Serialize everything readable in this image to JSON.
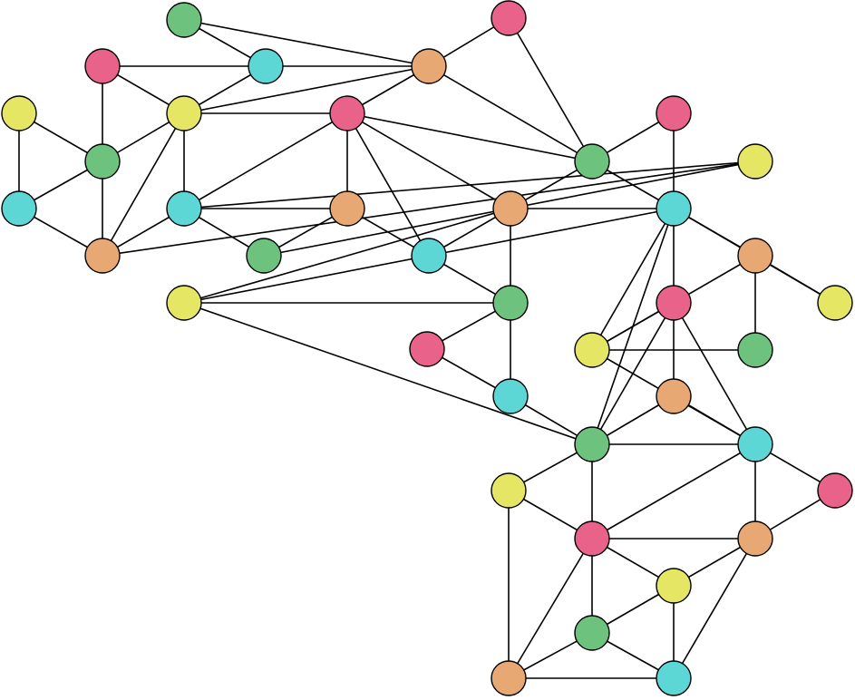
{
  "palette": {
    "pink": "#e8628a",
    "green": "#6dc27e",
    "cyan": "#5dd6d6",
    "yellow": "#e6e665",
    "orange": "#e8a873"
  },
  "nodes": [
    {
      "id": "n1",
      "color": "green"
    },
    {
      "id": "n2",
      "color": "pink"
    },
    {
      "id": "n3",
      "color": "pink"
    },
    {
      "id": "n4",
      "color": "cyan"
    },
    {
      "id": "n5",
      "color": "orange"
    },
    {
      "id": "n6",
      "color": "yellow"
    },
    {
      "id": "n7",
      "color": "yellow"
    },
    {
      "id": "n8",
      "color": "pink"
    },
    {
      "id": "n9",
      "color": "pink"
    },
    {
      "id": "n10",
      "color": "green"
    },
    {
      "id": "n11",
      "color": "green"
    },
    {
      "id": "n12",
      "color": "yellow"
    },
    {
      "id": "n13",
      "color": "cyan"
    },
    {
      "id": "n14",
      "color": "cyan"
    },
    {
      "id": "n15",
      "color": "orange"
    },
    {
      "id": "n16",
      "color": "orange"
    },
    {
      "id": "n17",
      "color": "cyan"
    },
    {
      "id": "n18",
      "color": "orange"
    },
    {
      "id": "n19",
      "color": "green"
    },
    {
      "id": "n20",
      "color": "cyan"
    },
    {
      "id": "n21",
      "color": "orange"
    },
    {
      "id": "n22",
      "color": "yellow"
    },
    {
      "id": "n23",
      "color": "green"
    },
    {
      "id": "n24",
      "color": "green"
    },
    {
      "id": "n25",
      "color": "pink"
    },
    {
      "id": "n26",
      "color": "pink"
    },
    {
      "id": "n27",
      "color": "yellow"
    },
    {
      "id": "n28",
      "color": "yellow"
    },
    {
      "id": "n29",
      "color": "cyan"
    },
    {
      "id": "n30",
      "color": "orange"
    },
    {
      "id": "n31",
      "color": "green"
    },
    {
      "id": "n32",
      "color": "cyan"
    },
    {
      "id": "n33",
      "color": "yellow"
    },
    {
      "id": "n34",
      "color": "pink"
    },
    {
      "id": "n35",
      "color": "pink"
    },
    {
      "id": "n36",
      "color": "orange"
    },
    {
      "id": "n37",
      "color": "yellow"
    },
    {
      "id": "n38",
      "color": "green"
    },
    {
      "id": "n39",
      "color": "orange"
    },
    {
      "id": "n40",
      "color": "cyan"
    }
  ],
  "edges": [
    [
      "n1",
      "n4"
    ],
    [
      "n1",
      "n5"
    ],
    [
      "n3",
      "n4"
    ],
    [
      "n3",
      "n6"
    ],
    [
      "n3",
      "n10"
    ],
    [
      "n4",
      "n5"
    ],
    [
      "n4",
      "n6"
    ],
    [
      "n5",
      "n2"
    ],
    [
      "n5",
      "n6"
    ],
    [
      "n5",
      "n8"
    ],
    [
      "n5",
      "n11"
    ],
    [
      "n2",
      "n11"
    ],
    [
      "n6",
      "n8"
    ],
    [
      "n6",
      "n10"
    ],
    [
      "n6",
      "n13"
    ],
    [
      "n6",
      "n15"
    ],
    [
      "n7",
      "n10"
    ],
    [
      "n7",
      "n14"
    ],
    [
      "n10",
      "n14"
    ],
    [
      "n10",
      "n15"
    ],
    [
      "n14",
      "n15"
    ],
    [
      "n15",
      "n13"
    ],
    [
      "n15",
      "n12"
    ],
    [
      "n13",
      "n12"
    ],
    [
      "n13",
      "n16"
    ],
    [
      "n13",
      "n8"
    ],
    [
      "n13",
      "n23"
    ],
    [
      "n23",
      "n12"
    ],
    [
      "n23",
      "n16"
    ],
    [
      "n8",
      "n16"
    ],
    [
      "n8",
      "n17"
    ],
    [
      "n8",
      "n18"
    ],
    [
      "n8",
      "n11"
    ],
    [
      "n16",
      "n17"
    ],
    [
      "n11",
      "n18"
    ],
    [
      "n11",
      "n20"
    ],
    [
      "n11",
      "n9"
    ],
    [
      "n9",
      "n20"
    ],
    [
      "n18",
      "n20"
    ],
    [
      "n18",
      "n17"
    ],
    [
      "n18",
      "n19"
    ],
    [
      "n18",
      "n28"
    ],
    [
      "n17",
      "n19"
    ],
    [
      "n20",
      "n22"
    ],
    [
      "n20",
      "n21"
    ],
    [
      "n20",
      "n26"
    ],
    [
      "n20",
      "n27"
    ],
    [
      "n20",
      "n31"
    ],
    [
      "n20",
      "n28"
    ],
    [
      "n22",
      "n21"
    ],
    [
      "n21",
      "n24"
    ],
    [
      "n21",
      "n27"
    ],
    [
      "n24",
      "n27"
    ],
    [
      "n26",
      "n27"
    ],
    [
      "n26",
      "n30"
    ],
    [
      "n26",
      "n31"
    ],
    [
      "n26",
      "n32"
    ],
    [
      "n19",
      "n25"
    ],
    [
      "n19",
      "n29"
    ],
    [
      "n19",
      "n28"
    ],
    [
      "n25",
      "n29"
    ],
    [
      "n28",
      "n31"
    ],
    [
      "n29",
      "n31"
    ],
    [
      "n30",
      "n31"
    ],
    [
      "n30",
      "n32"
    ],
    [
      "n31",
      "n32"
    ],
    [
      "n31",
      "n33"
    ],
    [
      "n31",
      "n34"
    ],
    [
      "n27",
      "n32"
    ],
    [
      "n32",
      "n35"
    ],
    [
      "n32",
      "n36"
    ],
    [
      "n32",
      "n34"
    ],
    [
      "n33",
      "n34"
    ],
    [
      "n33",
      "n39"
    ],
    [
      "n35",
      "n36"
    ],
    [
      "n34",
      "n36"
    ],
    [
      "n34",
      "n37"
    ],
    [
      "n34",
      "n38"
    ],
    [
      "n34",
      "n39"
    ],
    [
      "n36",
      "n37"
    ],
    [
      "n36",
      "n40"
    ],
    [
      "n37",
      "n38"
    ],
    [
      "n37",
      "n40"
    ],
    [
      "n38",
      "n39"
    ],
    [
      "n38",
      "n40"
    ],
    [
      "n39",
      "n40"
    ]
  ]
}
